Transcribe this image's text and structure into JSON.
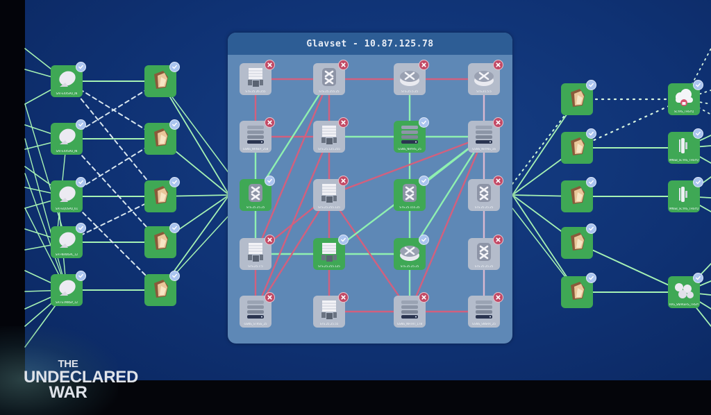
{
  "panel": {
    "title": "Glavset - 10.87.125.78"
  },
  "colors": {
    "ok_node": "#3fa855",
    "down_node": "#b4bccb",
    "link_ok": "#8ff0b0",
    "link_down": "#d2607e",
    "link_outer": "#a6f2b4",
    "panel_bg": "#5e88b6",
    "panel_header": "#2d5d95",
    "screen_bg": "#0f3274"
  },
  "left_satellites": [
    {
      "id": "ls1",
      "icon": "satellite-dish-icon",
      "status": "ok",
      "label": "SAT-EXXSPD_IN"
    },
    {
      "id": "ls2",
      "icon": "satellite-dish-icon",
      "status": "ok",
      "label": "SAT-EXXSPD_IN"
    },
    {
      "id": "ls3",
      "icon": "satellite-dish-icon",
      "status": "ok",
      "label": "SAT-EQUSPD_61"
    },
    {
      "id": "ls4",
      "icon": "satellite-dish-icon",
      "status": "ok",
      "label": "SAT-NRWSPL_12"
    },
    {
      "id": "ls5",
      "icon": "satellite-dish-icon",
      "status": "ok",
      "label": "SAT-STMNSP_12"
    }
  ],
  "left_firewalls": [
    {
      "id": "lf1",
      "icon": "firewall-icon",
      "status": "ok"
    },
    {
      "id": "lf2",
      "icon": "firewall-icon",
      "status": "ok"
    },
    {
      "id": "lf3",
      "icon": "firewall-icon",
      "status": "ok"
    },
    {
      "id": "lf4",
      "icon": "firewall-icon",
      "status": "ok"
    },
    {
      "id": "lf5",
      "icon": "firewall-icon",
      "status": "ok"
    }
  ],
  "center_nodes": [
    {
      "id": "c11",
      "icon": "server-rack-icon",
      "status": "down",
      "label": "STS.25.26.255"
    },
    {
      "id": "c12",
      "icon": "switch-icon",
      "status": "down",
      "label": "STS.25.255.25"
    },
    {
      "id": "c13",
      "icon": "router-icon",
      "status": "down",
      "label": "STS.25.5.25"
    },
    {
      "id": "c14",
      "icon": "router-icon",
      "status": "down",
      "label": "STS.21.5.5"
    },
    {
      "id": "c21",
      "icon": "database-icon",
      "status": "down",
      "label": "GSNS_NRNEY_258"
    },
    {
      "id": "c22",
      "icon": "server-rack-icon",
      "status": "down",
      "label": "STS.25.125.255"
    },
    {
      "id": "c23",
      "icon": "database-icon",
      "status": "ok",
      "label": "GSNS_NRYRS_25"
    },
    {
      "id": "c24",
      "icon": "database-icon",
      "status": "down",
      "label": "GSNS_NRYNS_16"
    },
    {
      "id": "c31",
      "icon": "switch-icon",
      "status": "ok",
      "label": "STS.25.25.25"
    },
    {
      "id": "c32",
      "icon": "server-rack-icon",
      "status": "down",
      "label": "STS.25.255.125"
    },
    {
      "id": "c33",
      "icon": "switch-icon",
      "status": "ok",
      "label": "STS.25.155.25"
    },
    {
      "id": "c34",
      "icon": "switch-icon",
      "status": "down",
      "label": "STS.25.25.25"
    },
    {
      "id": "c41",
      "icon": "server-rack-icon",
      "status": "down",
      "label": "STS.25.7.5"
    },
    {
      "id": "c42",
      "icon": "server-rack-icon",
      "status": "ok",
      "label": "STS.25.255.125"
    },
    {
      "id": "c43",
      "icon": "router-icon",
      "status": "ok",
      "label": "STS.25.25.25"
    },
    {
      "id": "c44",
      "icon": "switch-icon",
      "status": "down",
      "label": "STS.25.25.25"
    },
    {
      "id": "c51",
      "icon": "database-icon",
      "status": "down",
      "label": "GSNS_STRSS_25"
    },
    {
      "id": "c52",
      "icon": "server-rack-icon",
      "status": "down",
      "label": "STS.25.25.55"
    },
    {
      "id": "c53",
      "icon": "database-icon",
      "status": "down",
      "label": "GSNS_NHTRT_178"
    },
    {
      "id": "c54",
      "icon": "database-icon",
      "status": "down",
      "label": "GSNS_SNSRR_25"
    }
  ],
  "right_firewalls": [
    {
      "id": "rf1",
      "icon": "firewall-icon",
      "status": "ok"
    },
    {
      "id": "rf2",
      "icon": "firewall-icon",
      "status": "ok"
    },
    {
      "id": "rf3",
      "icon": "firewall-icon",
      "status": "ok"
    },
    {
      "id": "rf4",
      "icon": "firewall-icon",
      "status": "ok"
    },
    {
      "id": "rf5",
      "icon": "firewall-icon",
      "status": "ok"
    }
  ],
  "right_endpoints": [
    {
      "id": "re1",
      "icon": "cloud-lock-icon",
      "status": "ok",
      "label": "SCYAS_THSYQ"
    },
    {
      "id": "re2",
      "icon": "antenna-icon",
      "status": "ok",
      "label": "MNSB_SCYAS_THSYQ"
    },
    {
      "id": "re3",
      "icon": "antenna-icon",
      "status": "ok",
      "label": "MNSB_SCYAS_THSYQ"
    },
    {
      "id": "re4",
      "icon": "satellite-cluster-icon",
      "status": "ok",
      "label": "RAS_SNAKERS_THSYQ"
    }
  ],
  "title_card": {
    "line1": "THE",
    "line2": "UNDECLARED",
    "line3": "WAR"
  }
}
